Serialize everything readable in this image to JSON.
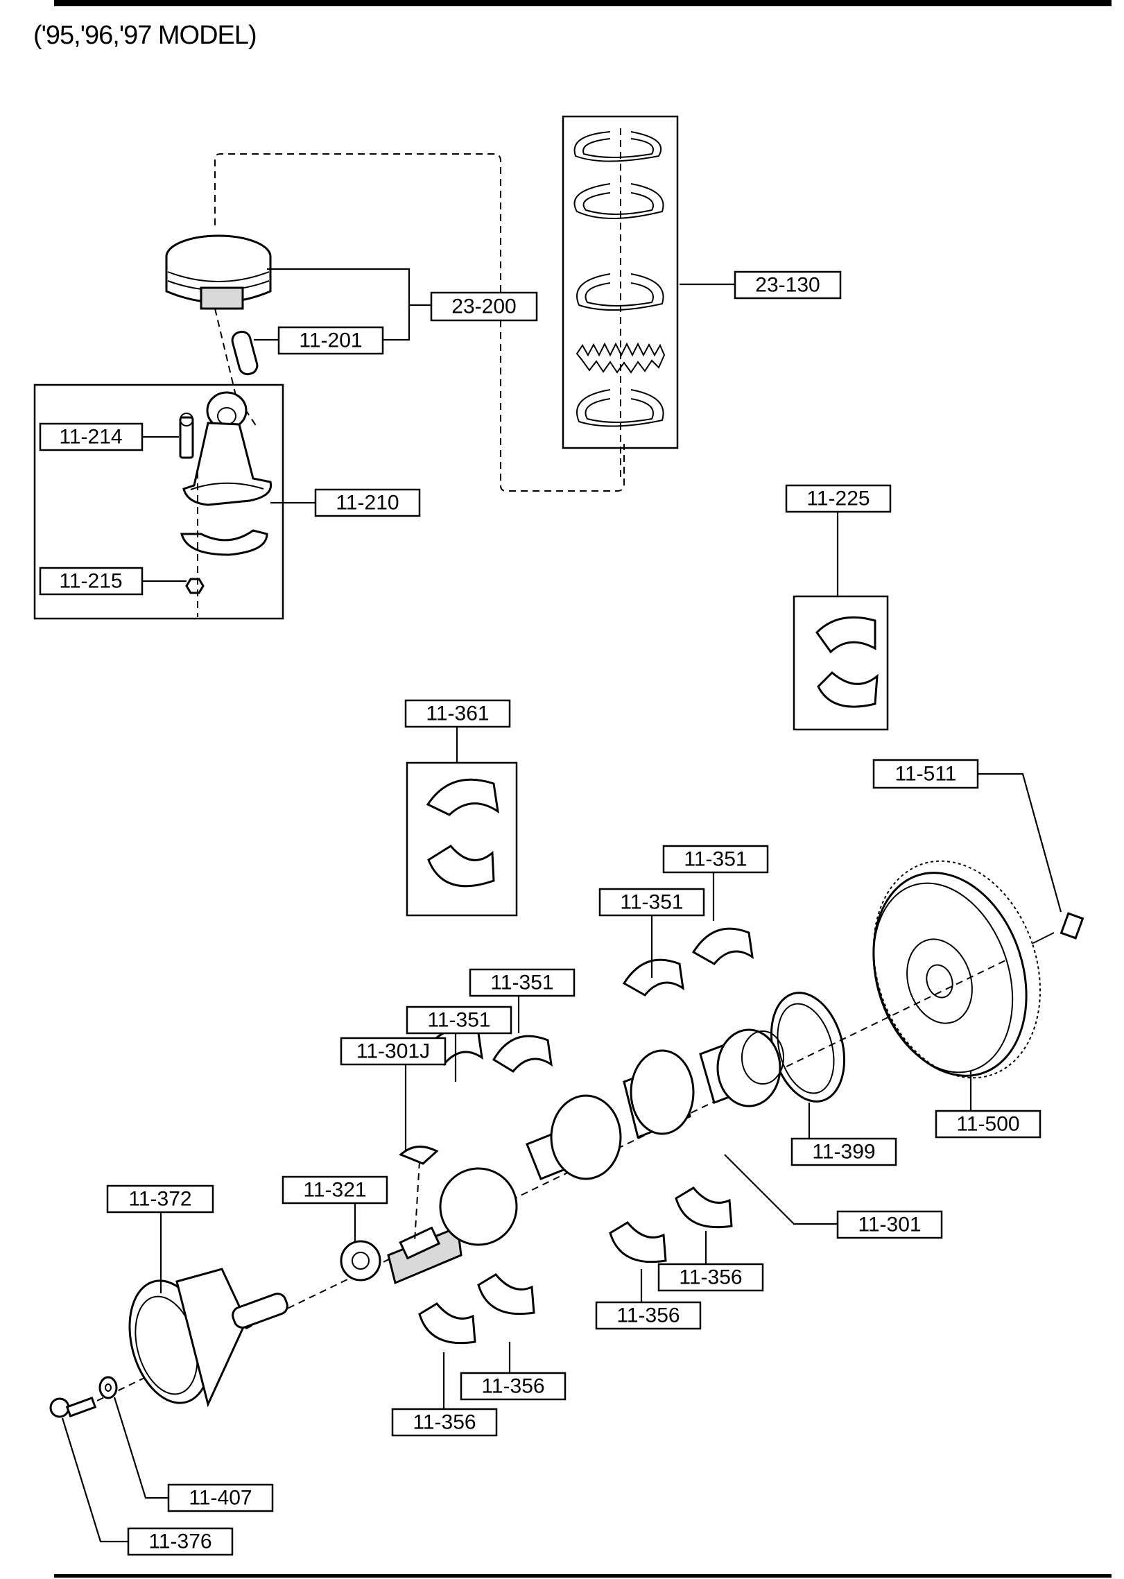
{
  "header": {
    "title": "('95,'96,'97 MODEL)"
  },
  "callouts": {
    "c23_200": "23-200",
    "c23_130": "23-130",
    "c11_201": "11-201",
    "c11_214": "11-214",
    "c11_210": "11-210",
    "c11_215": "11-215",
    "c11_225": "11-225",
    "c11_361": "11-361",
    "c11_511": "11-511",
    "c11_351_a": "11-351",
    "c11_351_b": "11-351",
    "c11_351_c": "11-351",
    "c11_351_d": "11-351",
    "c11_301j": "11-301J",
    "c11_321": "11-321",
    "c11_372": "11-372",
    "c11_399": "11-399",
    "c11_500": "11-500",
    "c11_301": "11-301",
    "c11_356_a": "11-356",
    "c11_356_b": "11-356",
    "c11_356_c": "11-356",
    "c11_356_d": "11-356",
    "c11_407": "11-407",
    "c11_376": "11-376"
  }
}
